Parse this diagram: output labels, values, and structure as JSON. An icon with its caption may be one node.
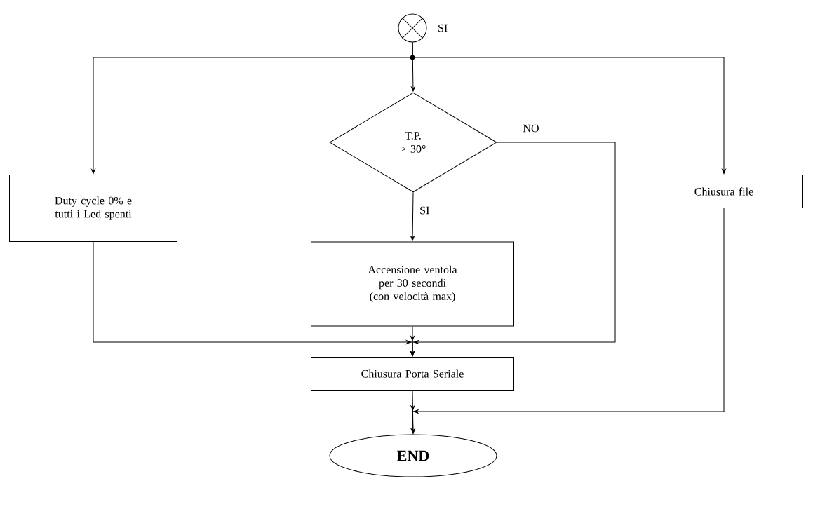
{
  "diagram": {
    "nodes": [
      {
        "text": [],
        "shape": "circle",
        "beside": [
          "SI"
        ]
      },
      {
        "text": [
          "T.P. > 30°"
        ]
      },
      {
        "text": [
          "Duty cycle 0% e tutti i Led spenti"
        ]
      },
      {
        "text": [
          "Chiusura file"
        ]
      },
      {
        "text": [
          "Accensione ventola per 30 secondi (con velocità max)"
        ]
      },
      {
        "text": [
          "Chiusura Porta Seriale"
        ]
      },
      {
        "text": [
          "END"
        ]
      }
    ],
    "edges": [
      {
        "from": 0,
        "to": 1,
        "arrow": "to"
      },
      {
        "from": 0,
        "to": 2,
        "arrow": "to"
      },
      {
        "from": 0,
        "to": 3,
        "arrow": "to"
      },
      {
        "from": 1,
        "to": 4,
        "arrow": "to",
        "label": "SI"
      },
      {
        "from": 1,
        "to": 5,
        "arrow": "to",
        "label": "NO"
      },
      {
        "from": 2,
        "to": 5,
        "arrow": "to"
      },
      {
        "from": 4,
        "to": 5,
        "arrow": "to"
      },
      {
        "from": 5,
        "to": 6,
        "arrow": "to"
      },
      {
        "from": 3,
        "to": 6,
        "arrow": "to"
      }
    ]
  }
}
